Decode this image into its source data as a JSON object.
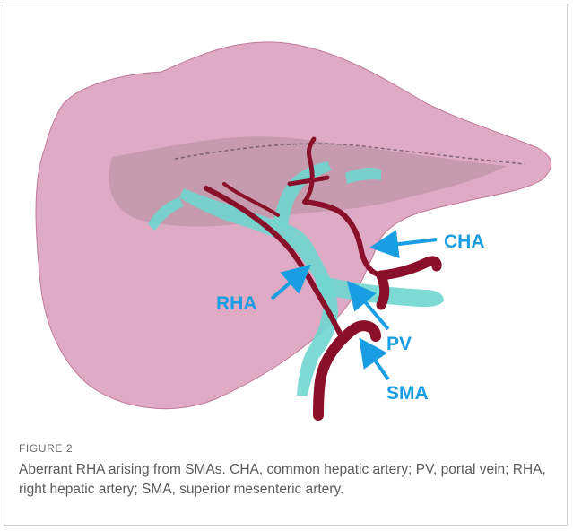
{
  "figure": {
    "label": "FIGURE 2",
    "caption": "Aberrant RHA arising from SMAs. CHA, common hepatic artery; PV, portal vein; RHA, right hepatic artery; SMA, superior mesenteric artery.",
    "annotations": {
      "cha": "CHA",
      "rha": "RHA",
      "pv": "PV",
      "sma": "SMA"
    }
  },
  "colors": {
    "liver": "#d99bb8",
    "portal_vein": "#6fd6cf",
    "artery": "#8a0f2a",
    "annotation": "#1a9ee3",
    "frame_border": "#cfcfcf"
  }
}
